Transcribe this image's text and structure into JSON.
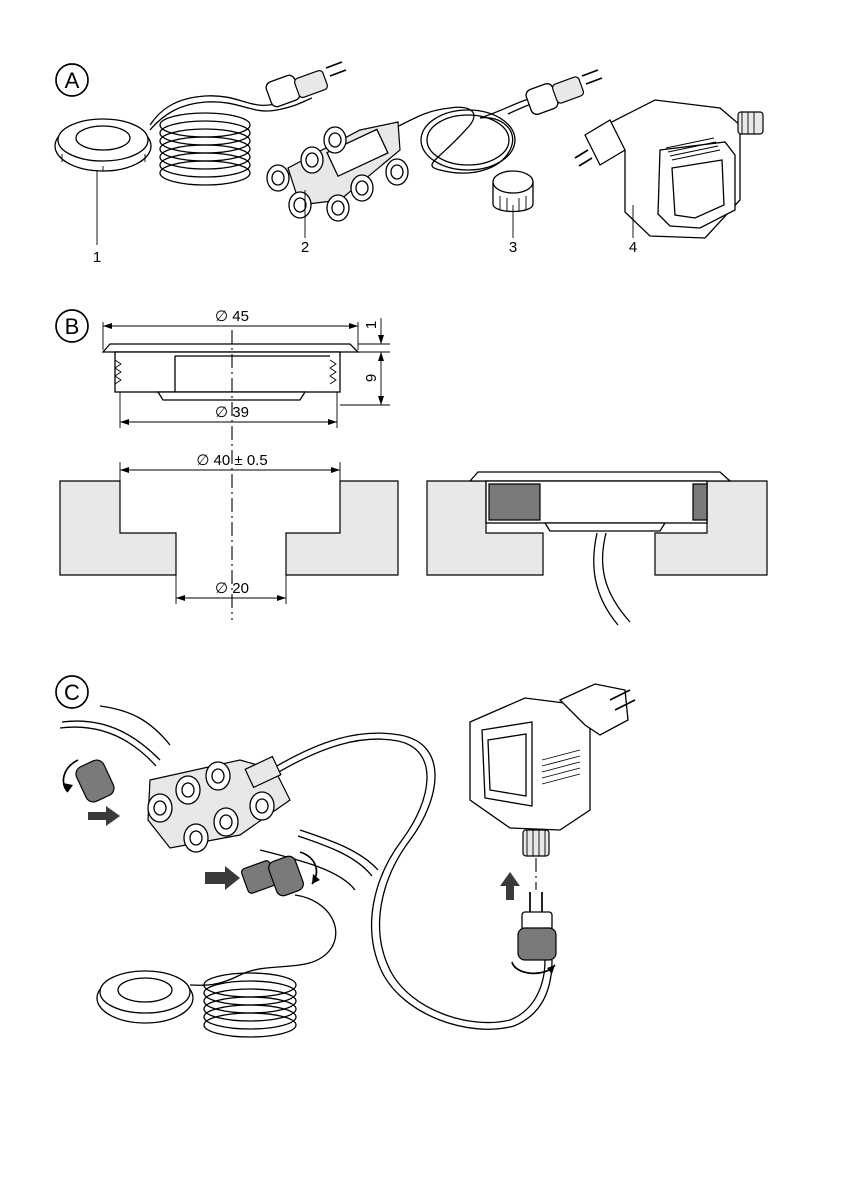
{
  "sections": {
    "a": {
      "letter": "A",
      "callouts": [
        "1",
        "2",
        "3",
        "4"
      ]
    },
    "b": {
      "letter": "B",
      "dim_outer": "∅ 45",
      "dim_inner": "∅ 39",
      "dim_rim_height": "1",
      "dim_body_height": "9",
      "dim_recess": "∅ 40 ± 0.5",
      "dim_hole": "∅ 20"
    },
    "c": {
      "letter": "C"
    }
  },
  "colors": {
    "line": "#000000",
    "concrete": "#e8e8e8",
    "dark_part": "#7a7a7a",
    "background": "#ffffff"
  }
}
